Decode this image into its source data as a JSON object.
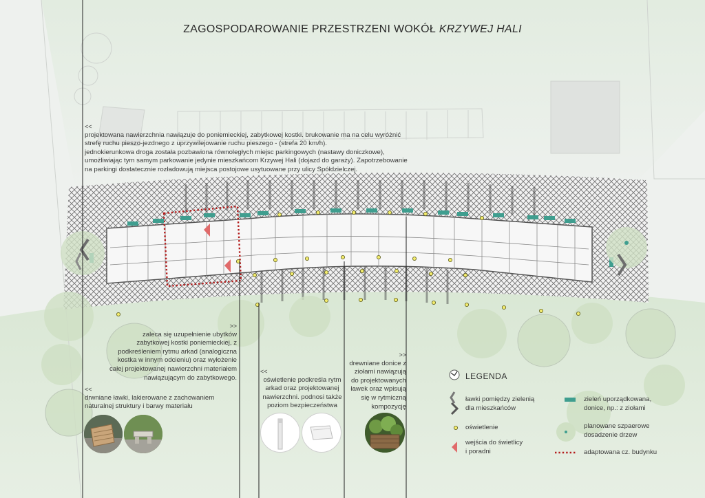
{
  "title": {
    "main": "ZAGOSPODAROWANIE PRZESTRZENI WOKÓŁ ",
    "italic": "KRZYWEJ HALI"
  },
  "notes": {
    "surface": {
      "arrow": "<<",
      "lines": [
        "projektowana nawierzchnia nawiązuje do poniemieckiej, zabytkowej kostki. brukowanie ma na celu wyróżnić",
        "strefę ruchu pieszo-jezdnego z uprzywilejowanie ruchu pieszego - (strefa 20 km/h).",
        "jednokierunkowa droga została pozbawiona równoległych miejsc parkingowych (nastawy doniczkowe),",
        "umożliwiając tym samym parkowanie jedynie mieszkańcom Krzywej Hali (dojazd do garaży). Zapotrzebowanie",
        "na parkingi dostatecznie rozładowują miejsca postojowe usytuowane przy ulicy Spółdzielczej."
      ]
    },
    "paving": {
      "arrow": ">>",
      "lines": [
        "zaleca się uzupełnienie ubytków",
        "zabytkowej kostki poniemieckiej, z",
        "podkreśleniem rytmu arkad (analogiczna",
        "kostka w innym odcieniu) oraz wyłożenie",
        "całej projektowanej nawierzchni materiałem",
        "nawiązującym do zabytkowego."
      ]
    },
    "benches": {
      "arrow": "<<",
      "lines": [
        "drwniane ławki, lakierowane z zachowaniem",
        "naturalnej struktury i barwy materiału"
      ]
    },
    "lighting": {
      "arrow": "<<",
      "lines": [
        "oświetlenie podkreśla rytm",
        "arkad oraz projektowanej",
        "nawierzchni. podnosi także",
        "poziom bezpieczeństwa"
      ]
    },
    "planters": {
      "arrow": ">>",
      "lines": [
        "drewniane donice z",
        "ziołami nawiązują",
        "do projektowanych",
        "ławek oraz wpisują",
        "się w rytmiczną",
        "kompozycję"
      ]
    }
  },
  "legend": {
    "title": "LEGENDA",
    "items": {
      "benches": [
        "ławki pomiędzy zielenią",
        "dla mieszkańców"
      ],
      "greenery": [
        "zieleń uporządkowana,",
        "donice, np.: z ziołami"
      ],
      "lighting": [
        "oświetlenie"
      ],
      "trees": [
        "planowane szpaerowe",
        "dosadzenie drzew"
      ],
      "entrances": [
        "wejścia do świetlicy",
        "i poradni"
      ],
      "adapted": [
        "adaptowana cz. budynku"
      ]
    }
  },
  "icons": {
    "bench-marker": "chevron-icon",
    "lamp": "yellow-dot",
    "planter": "teal-rectangle",
    "tree": "green-circle",
    "entrance": "red-triangle",
    "adapted": "red-dotted-line"
  },
  "colors": {
    "planter": "#3f9e8f",
    "lamp_fill": "#f3ec6e",
    "lamp_stroke": "#5a5a1a",
    "entrance": "#e06a6a",
    "adapted_outline": "#b31b1b",
    "tree": "#cfe0c4",
    "background": "#eef1ee"
  }
}
